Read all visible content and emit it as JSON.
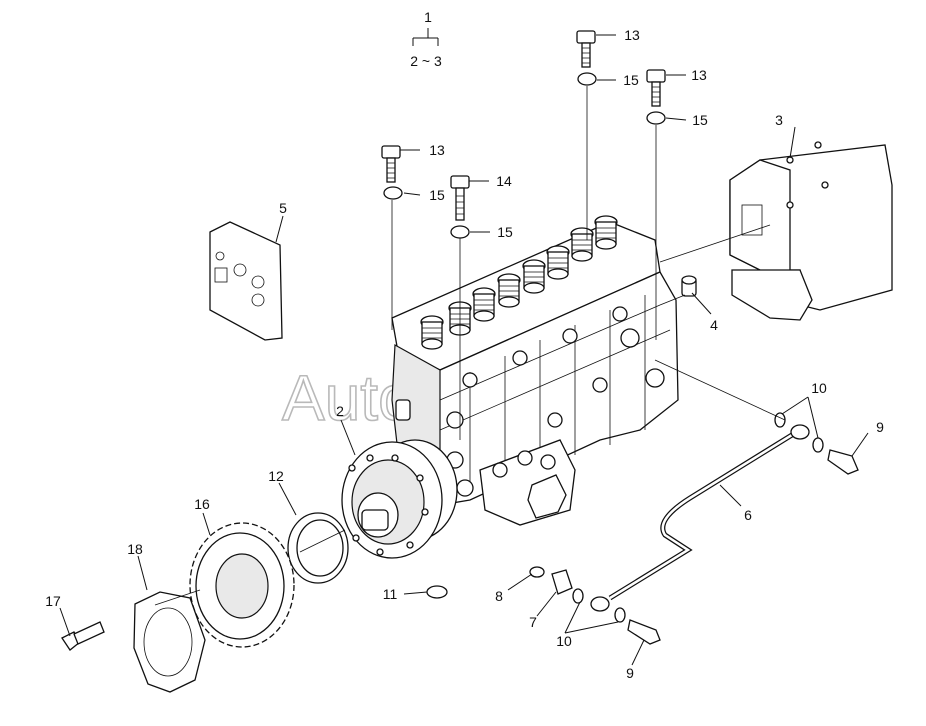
{
  "watermark": "AutoSOFT",
  "callouts": {
    "n1": "1",
    "n1_range": "2 ~ 3",
    "n2": "2",
    "n3": "3",
    "n4": "4",
    "n5": "5",
    "n6": "6",
    "n7": "7",
    "n8": "8",
    "n9a": "9",
    "n9b": "9",
    "n10a": "10",
    "n10b": "10",
    "n11": "11",
    "n12": "12",
    "n13a": "13",
    "n13b": "13",
    "n13c": "13",
    "n14": "14",
    "n15a": "15",
    "n15b": "15",
    "n15c": "15",
    "n15d": "15",
    "n16": "16",
    "n17": "17",
    "n18": "18"
  }
}
